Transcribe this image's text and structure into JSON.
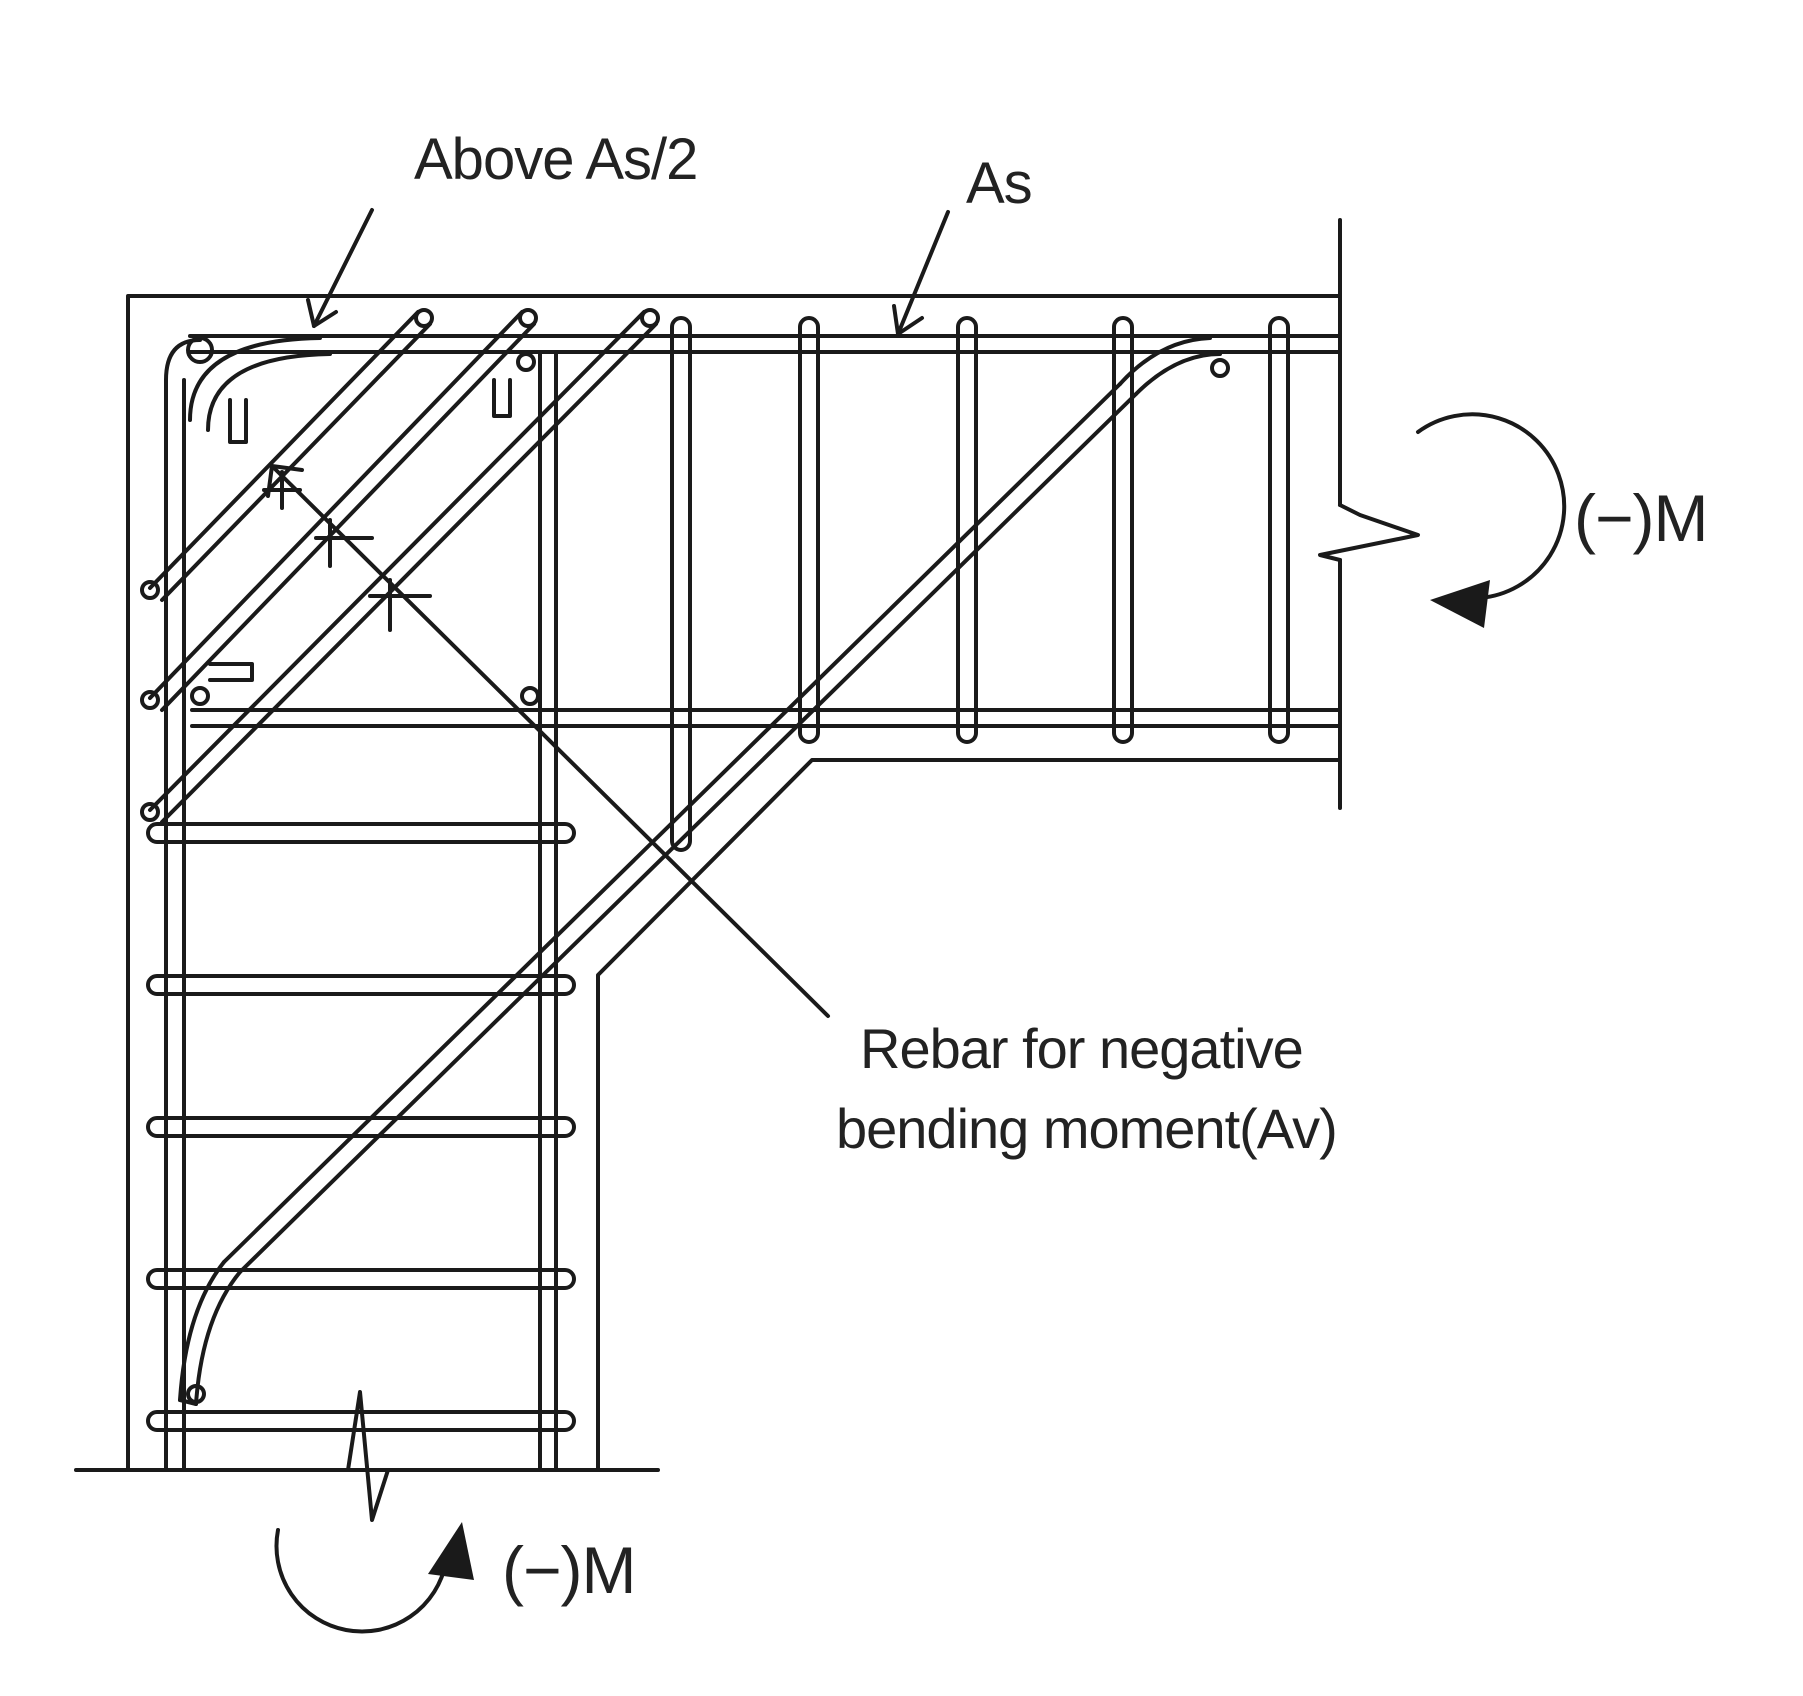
{
  "labels": {
    "above_as_half": "Above As/2",
    "as": "As",
    "moment_right": "(−)M",
    "moment_bottom": "(−)M",
    "rebar_note_line1": "Rebar for negative",
    "rebar_note_line2": "bending moment(Av)"
  },
  "colors": {
    "line": "#1a1a1a",
    "background": "#ffffff"
  }
}
